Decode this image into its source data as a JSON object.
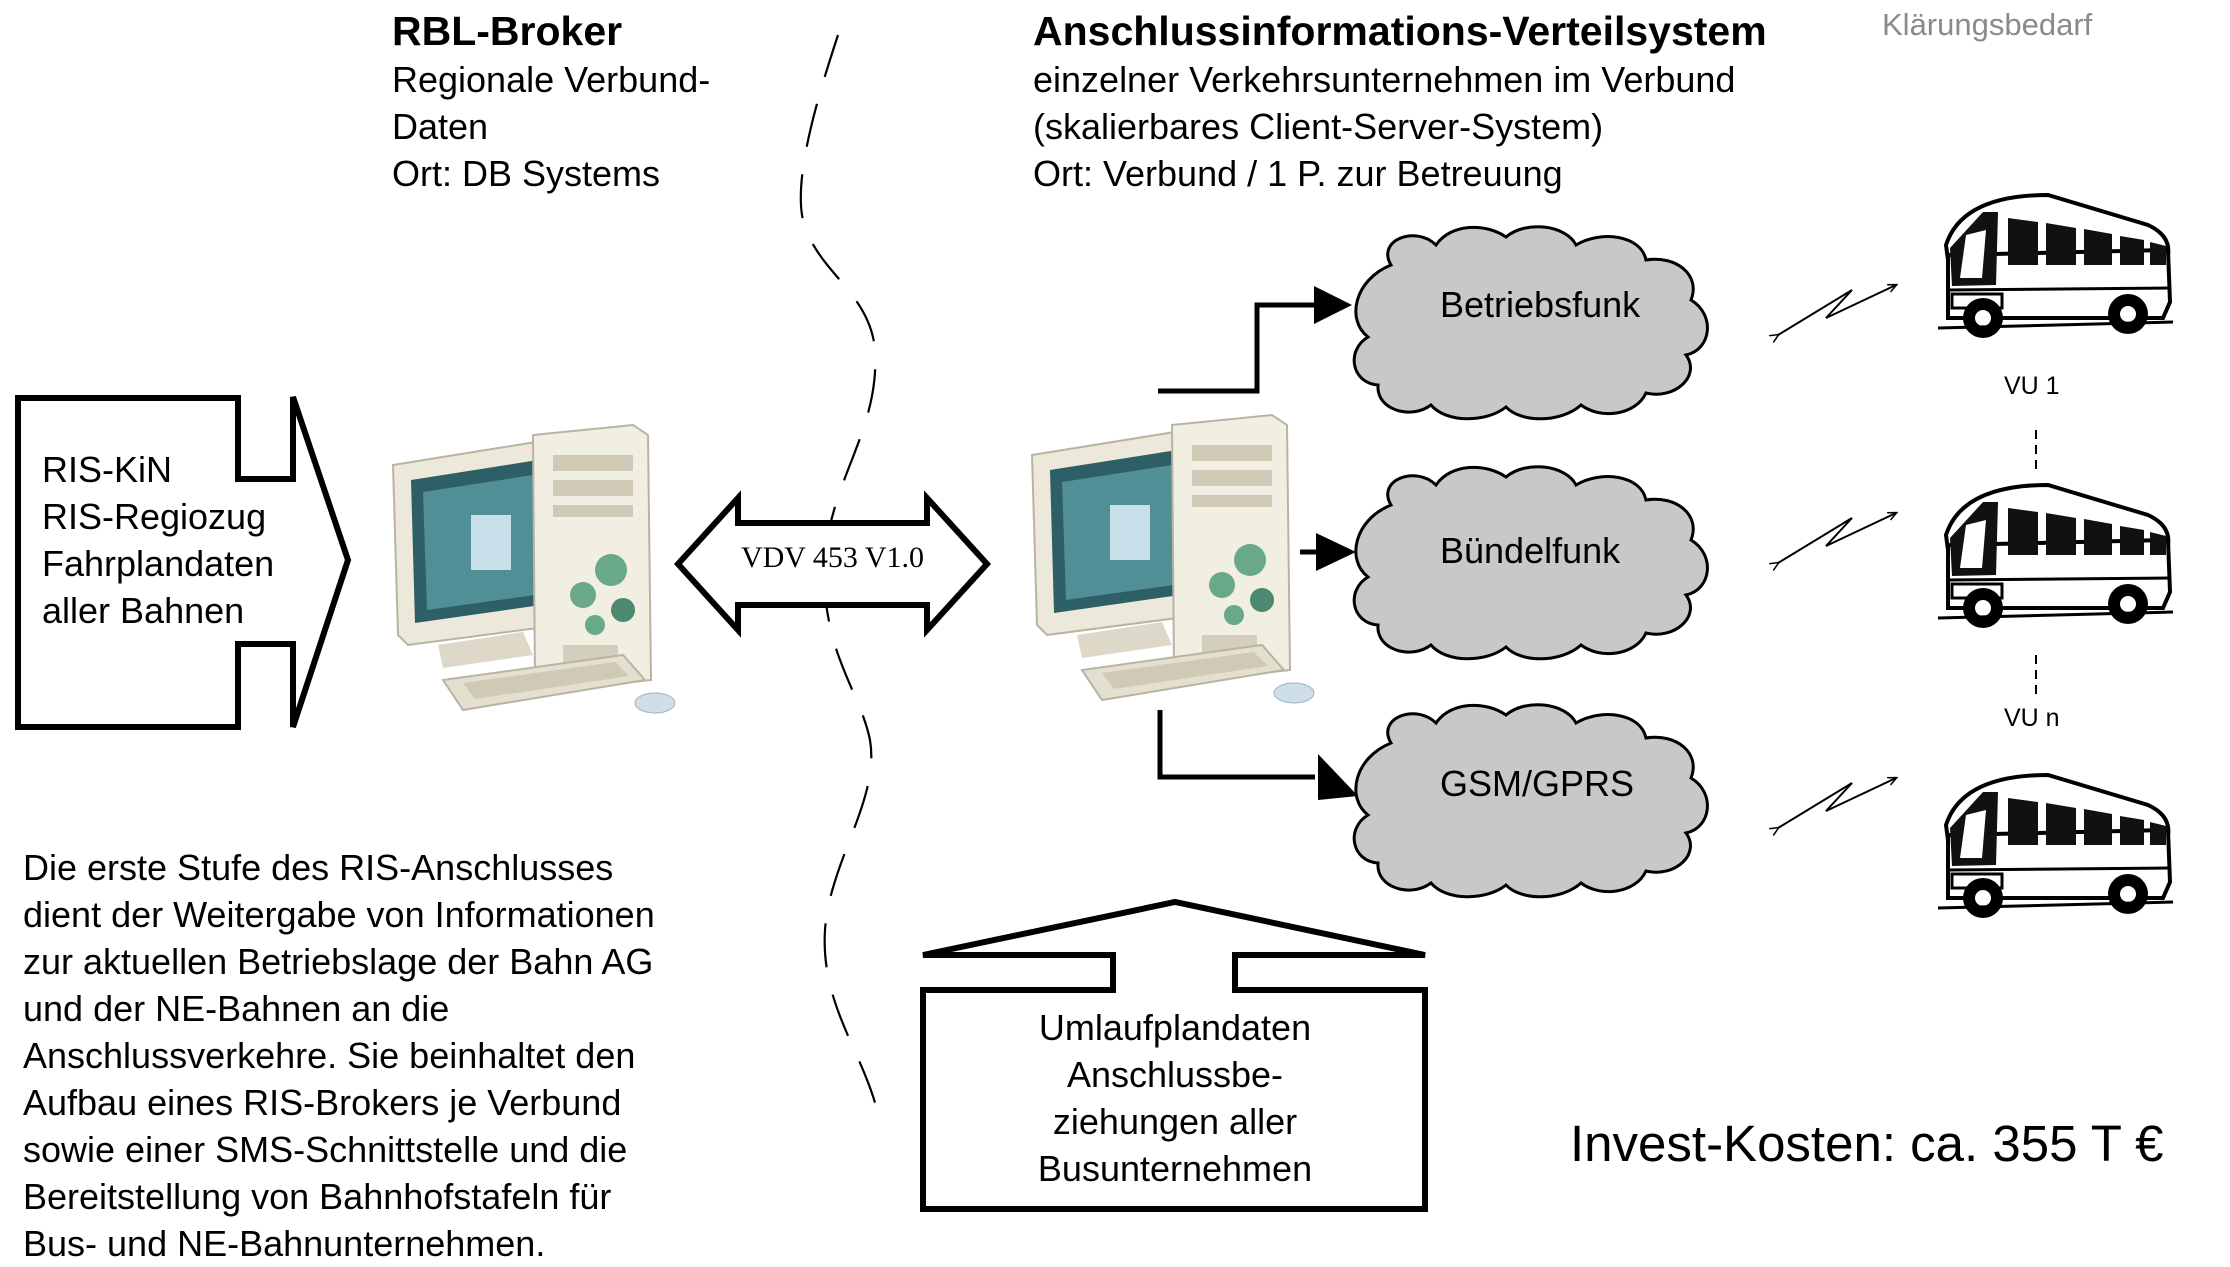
{
  "top_right_note": "Klärungsbedarf",
  "rbl": {
    "title": "RBL-Broker",
    "lines": [
      "Regionale Verbund-",
      "Daten",
      "Ort: DB Systems"
    ]
  },
  "ais": {
    "title": "Anschlussinformations-Verteilsystem",
    "lines": [
      "einzelner Verkehrsunternehmen im Verbund",
      "(skalierbares Client-Server-System)",
      "Ort: Verbund / 1 P. zur Betreuung"
    ]
  },
  "input_box": {
    "lines": [
      "RIS-KiN",
      "RIS-Regiozug",
      "Fahrplandaten",
      "aller Bahnen"
    ]
  },
  "interface_label": "VDV 453 V1.0",
  "networks": [
    "Betriebsfunk",
    "Bündelfunk",
    "GSM/GPRS"
  ],
  "vu_labels": [
    "VU 1",
    "VU n"
  ],
  "bottom_box": {
    "lines": [
      "Umlaufplandaten",
      "Anschlussbe-",
      "ziehungen aller",
      "Busunternehmen"
    ]
  },
  "description": [
    "Die erste Stufe des RIS-Anschlusses",
    "dient der Weitergabe von Informationen",
    "zur aktuellen Betriebslage der Bahn AG",
    "und der NE-Bahnen an die",
    "Anschlussverkehre. Sie beinhaltet den",
    "Aufbau eines RIS-Brokers je Verbund",
    "sowie einer SMS-Schnittstelle und die",
    "Bereitstellung von Bahnhofstafeln für",
    "Bus- und NE-Bahnunternehmen."
  ],
  "cost": "Invest-Kosten: ca. 355 T €",
  "icons": [
    "computer-icon",
    "bus-icon",
    "cloud-icon",
    "radio-signal-icon"
  ],
  "colors": {
    "cloud_fill": "#c8c8c8",
    "note_gray": "#8a8a8a"
  }
}
